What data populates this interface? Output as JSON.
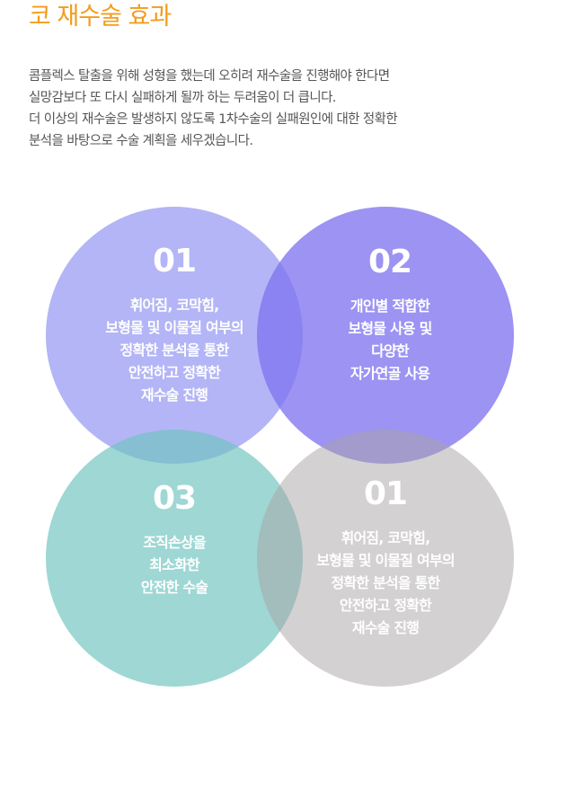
{
  "title": "코 재수술 효과",
  "intro": [
    "콤플렉스 탈출을 위해 성형을 했는데 오히려 재수술을 진행해야 한다면",
    "실망감보다 또 다시 실패하게 될까 하는 두려움이 더 큽니다.",
    "더 이상의 재수술은 발생하지 않도록 1차수술의 실패원인에 대한 정확한",
    "분석을 바탕으로 수술 계획을 세우겠습니다."
  ],
  "circles": [
    {
      "number": "01",
      "lines": [
        "휘어짐, 코막힘,",
        "보형물 및 이물질 여부의",
        "정확한 분석을 통한",
        "안전하고 정확한",
        "재수술 진행"
      ],
      "color": "#8488f0"
    },
    {
      "number": "02",
      "lines": [
        "개인별 적합한",
        "보형물 사용 및",
        "다양한",
        "자가연골 사용"
      ],
      "color": "#8074f0"
    },
    {
      "number": "03",
      "lines": [
        "조직손상을",
        "최소화한",
        "안전한 수술"
      ],
      "color": "#70c4c0"
    },
    {
      "number": "01",
      "lines": [
        "휘어짐, 코막힘,",
        "보형물 및 이물질 여부의",
        "정확한 분석을 통한",
        "안전하고 정확한",
        "재수술 진행"
      ],
      "color": "#a8a4a4"
    }
  ]
}
